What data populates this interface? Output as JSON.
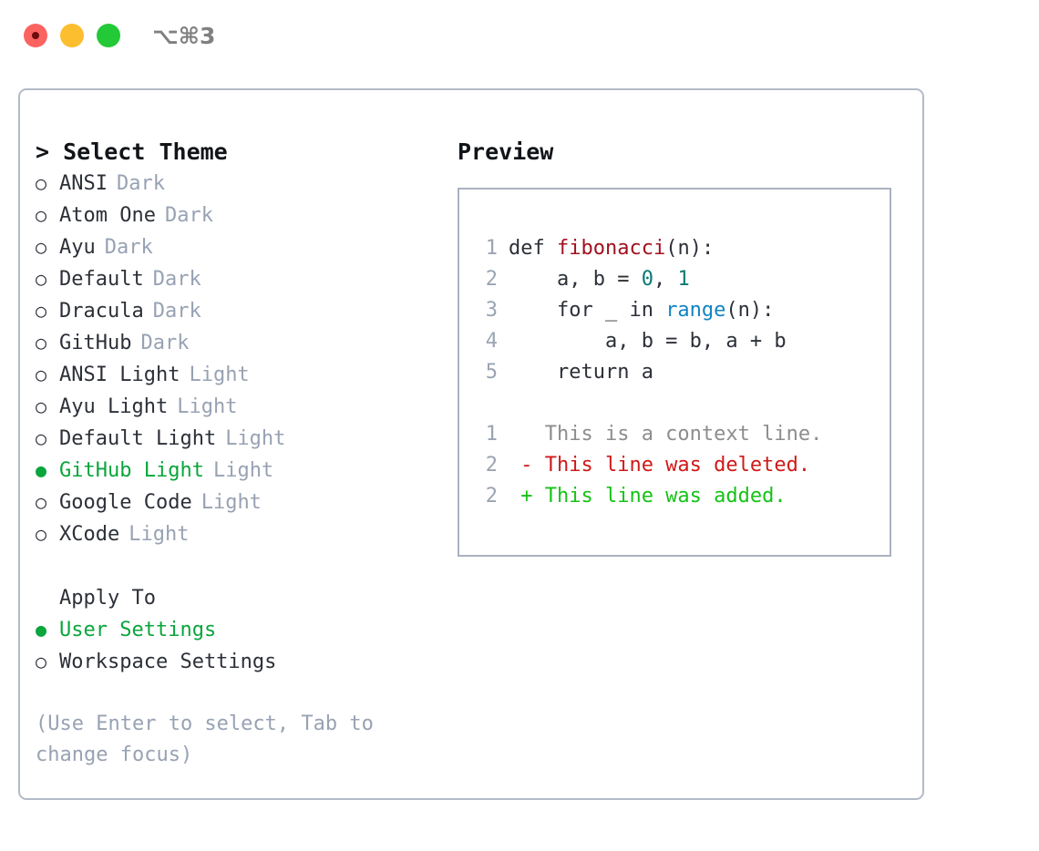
{
  "titlebar": {
    "dots": [
      {
        "name": "close-button",
        "color": "#fb6360"
      },
      {
        "name": "minimize-button",
        "color": "#fcbd2e"
      },
      {
        "name": "maximize-button",
        "color": "#23c936"
      }
    ],
    "shortcut": "⌥⌘3"
  },
  "theme_picker": {
    "heading": "> Select Theme",
    "marker_selected": "●",
    "marker_unselected": "○",
    "selected_color": "#0aa53c",
    "suffix_color": "#98a2b3",
    "items": [
      {
        "label": "ANSI",
        "suffix": "Dark",
        "selected": false
      },
      {
        "label": "Atom One",
        "suffix": "Dark",
        "selected": false
      },
      {
        "label": "Ayu",
        "suffix": "Dark",
        "selected": false
      },
      {
        "label": "Default",
        "suffix": "Dark",
        "selected": false
      },
      {
        "label": "Dracula",
        "suffix": "Dark",
        "selected": false
      },
      {
        "label": "GitHub",
        "suffix": "Dark",
        "selected": false
      },
      {
        "label": "ANSI Light",
        "suffix": "Light",
        "selected": false
      },
      {
        "label": "Ayu Light",
        "suffix": "Light",
        "selected": false
      },
      {
        "label": "Default Light",
        "suffix": "Light",
        "selected": false
      },
      {
        "label": "GitHub Light",
        "suffix": "Light",
        "selected": true
      },
      {
        "label": "Google Code",
        "suffix": "Light",
        "selected": false
      },
      {
        "label": "XCode",
        "suffix": "Light",
        "selected": false
      }
    ]
  },
  "apply_to": {
    "heading": "Apply To",
    "items": [
      {
        "label": "User Settings",
        "selected": true
      },
      {
        "label": "Workspace Settings",
        "selected": false
      }
    ]
  },
  "hint": "(Use Enter to select, Tab to change focus)",
  "preview": {
    "title": "Preview",
    "code_lines": [
      {
        "no": "1",
        "segments": [
          {
            "t": "def ",
            "c": "code-text"
          },
          {
            "t": "fibonacci",
            "c": "tok-fn"
          },
          {
            "t": "(n):",
            "c": "code-text"
          }
        ]
      },
      {
        "no": "2",
        "segments": [
          {
            "t": "    a, b = ",
            "c": "code-text"
          },
          {
            "t": "0",
            "c": "tok-num"
          },
          {
            "t": ", ",
            "c": "code-text"
          },
          {
            "t": "1",
            "c": "tok-num"
          }
        ]
      },
      {
        "no": "3",
        "segments": [
          {
            "t": "    for _ in ",
            "c": "code-text"
          },
          {
            "t": "range",
            "c": "tok-call"
          },
          {
            "t": "(n):",
            "c": "code-text"
          }
        ]
      },
      {
        "no": "4",
        "segments": [
          {
            "t": "        a, b = b, a + b",
            "c": "code-text"
          }
        ]
      },
      {
        "no": "5",
        "segments": [
          {
            "t": "    return a",
            "c": "code-text"
          }
        ]
      }
    ],
    "diff_lines": [
      {
        "no": "1",
        "segments": [
          {
            "t": "   This is a context line.",
            "c": "diff-context"
          }
        ]
      },
      {
        "no": "2",
        "segments": [
          {
            "t": " - This line was deleted.",
            "c": "diff-del"
          }
        ]
      },
      {
        "no": "2",
        "segments": [
          {
            "t": " + This line was added.",
            "c": "diff-add"
          }
        ]
      }
    ],
    "colors": {
      "function_name": "#a0111f",
      "number": "#0a7a74",
      "builtin_call": "#1283c3",
      "plain": "#2c3038",
      "line_number": "#9aa4b2",
      "diff_context": "#8d8d8d",
      "diff_deleted": "#d01919",
      "diff_added": "#16c217"
    }
  }
}
